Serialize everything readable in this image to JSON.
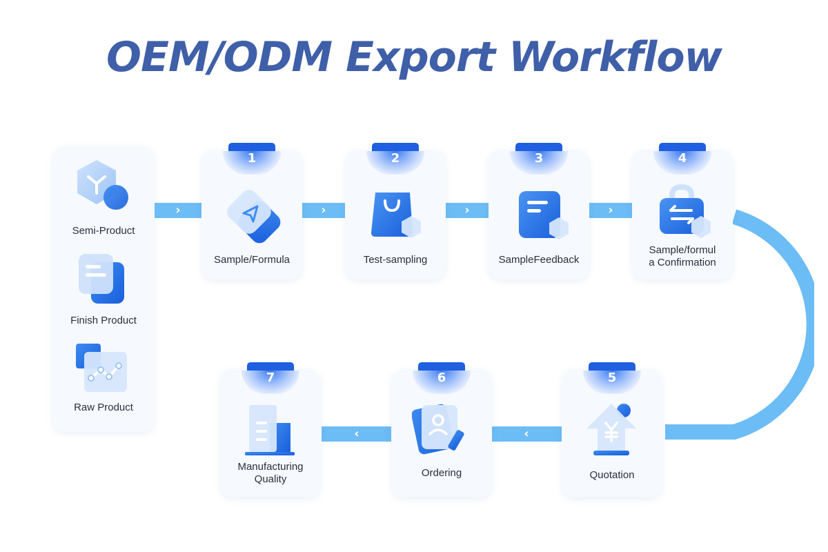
{
  "title": "OEM/ODM Export Workflow",
  "products": [
    {
      "label": "Semi-Product",
      "icon": "cube-icon"
    },
    {
      "label": "Finish Product",
      "icon": "document-stack-icon"
    },
    {
      "label": "Raw Product",
      "icon": "chart-line-icon"
    }
  ],
  "steps": [
    {
      "num": "1",
      "label": "Sample/Formula",
      "icon": "send-icon"
    },
    {
      "num": "2",
      "label": "Test-sampling",
      "icon": "shopping-bag-icon"
    },
    {
      "num": "3",
      "label": "SampleFeedback",
      "icon": "document-icon"
    },
    {
      "num": "4",
      "label": "Sample/formul\na Confirmation",
      "icon": "exchange-icon"
    },
    {
      "num": "5",
      "label": "Quotation",
      "icon": "yen-house-icon"
    },
    {
      "num": "6",
      "label": "Ordering",
      "icon": "profile-card-icon"
    },
    {
      "num": "7",
      "label": "Manufacturing\nQuality",
      "icon": "building-icon"
    }
  ],
  "arrows": {
    "right": "›",
    "left": "‹"
  },
  "colors": {
    "title": "#3f5fa8",
    "accent": "#1f5fe0",
    "connector": "#6cbcf5"
  }
}
